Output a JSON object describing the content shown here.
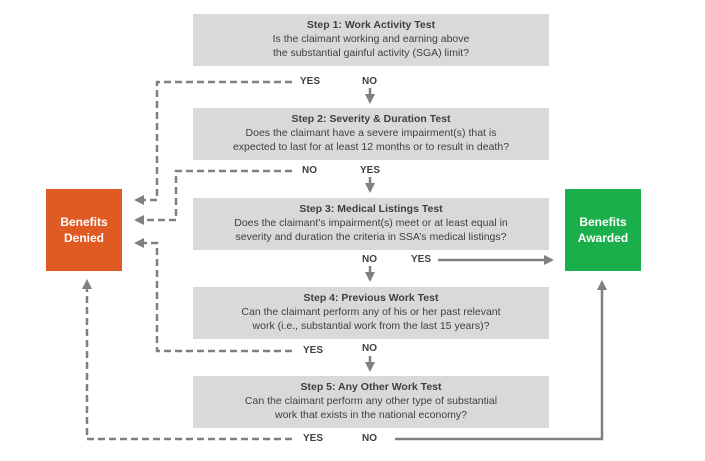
{
  "colors": {
    "step_box": "#d9d9d9",
    "denied": "#e05a24",
    "awarded": "#1aaf4b",
    "connector": "#808080",
    "text": "#404040"
  },
  "outcomes": {
    "denied": {
      "line1": "Benefits",
      "line2": "Denied"
    },
    "awarded": {
      "line1": "Benefits",
      "line2": "Awarded"
    }
  },
  "steps": [
    {
      "title": "Step 1: Work Activity Test",
      "line1": "Is the claimant working and earning above",
      "line2": "the substantial gainful activity (SGA) limit?",
      "yes": "YES",
      "no": "NO"
    },
    {
      "title": "Step 2: Severity & Duration Test",
      "line1": "Does the claimant have a severe impairment(s) that is",
      "line2": "expected to last for at least 12 months or to result in death?",
      "yes": "YES",
      "no": "NO"
    },
    {
      "title": "Step 3: Medical Listings Test",
      "line1": "Does the claimant’s impairment(s) meet or at least equal in",
      "line2": "severity and duration the criteria in SSA’s medical listings?",
      "yes": "YES",
      "no": "NO"
    },
    {
      "title": "Step 4:  Previous Work Test",
      "line1": "Can the claimant perform any of his or her past relevant",
      "line2": "work (i.e., substantial work from the last 15 years)?",
      "yes": "YES",
      "no": "NO"
    },
    {
      "title": "Step 5: Any Other Work Test",
      "line1": "Can the claimant perform any other type of substantial",
      "line2": "work that exists in the national economy?",
      "yes": "YES",
      "no": "NO"
    }
  ]
}
